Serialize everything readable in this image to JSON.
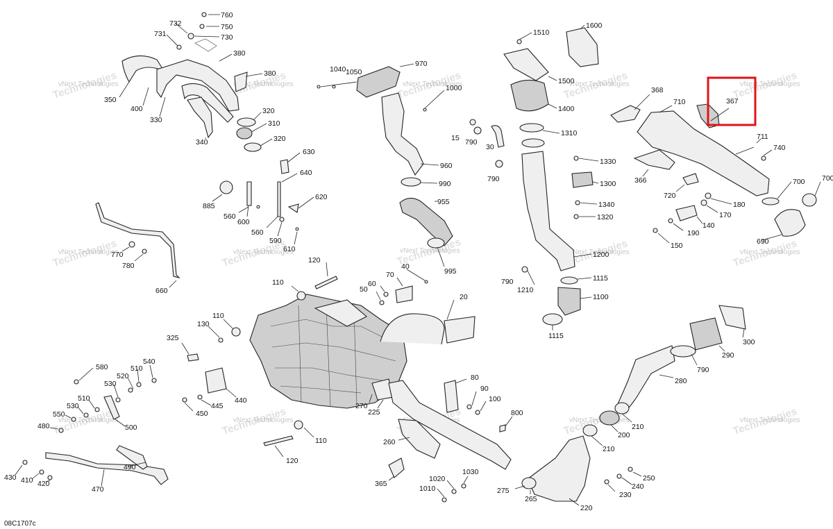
{
  "diagram": {
    "figure_code": "08C1707c",
    "watermark_line1": "vNext Technologies",
    "watermark_line2": "Technologies",
    "highlighted_part": "367",
    "callouts": {
      "c760": "760",
      "c732": "732",
      "c750": "750",
      "c731": "731",
      "c730": "730",
      "c380a": "380",
      "c380b": "380",
      "c350": "350",
      "c400": "400",
      "c330": "330",
      "c320a": "320",
      "c310": "310",
      "c320b": "320",
      "c340": "340",
      "c1040": "1040",
      "c1050": "1050",
      "c970": "970",
      "c1000": "1000",
      "c15": "15",
      "c790a": "790",
      "c30": "30",
      "c960": "960",
      "c790b": "790",
      "c990": "990",
      "c955": "955",
      "c995": "995",
      "c1510": "1510",
      "c1600": "1600",
      "c1500": "1500",
      "c1400": "1400",
      "c1310": "1310",
      "c1330": "1330",
      "c1300": "1300",
      "c1340": "1340",
      "c1320": "1320",
      "c1200": "1200",
      "c1115a": "1115",
      "c1100": "1100",
      "c1115b": "1115",
      "c790c": "790",
      "c1210": "1210",
      "c368": "368",
      "c710": "710",
      "c367": "367",
      "c711": "711",
      "c740": "740",
      "c366": "366",
      "c720": "720",
      "c700a": "700",
      "c700b": "700",
      "c180": "180",
      "c170": "170",
      "c140": "140",
      "c190": "190",
      "c150": "150",
      "c690": "690",
      "c630": "630",
      "c640": "640",
      "c885": "885",
      "c620": "620",
      "c560a": "560",
      "c600": "600",
      "c560b": "560",
      "c590": "590",
      "c610": "610",
      "c770": "770",
      "c780": "780",
      "c660": "660",
      "c120a": "120",
      "c40": "40",
      "c110a": "110",
      "c60": "60",
      "c50": "50",
      "c70": "70",
      "c20": "20",
      "c110b": "110",
      "c130": "130",
      "c325": "325",
      "c440": "440",
      "c445": "445",
      "c450": "450",
      "c270": "270",
      "c225": "225",
      "c110c": "110",
      "c120b": "120",
      "c580": "580",
      "c540": "540",
      "c510a": "510",
      "c520": "520",
      "c530a": "530",
      "c510b": "510",
      "c530b": "530",
      "c550": "550",
      "c500": "500",
      "c480": "480",
      "c490": "490",
      "c430": "430",
      "c410": "410",
      "c420": "420",
      "c470": "470",
      "c80": "80",
      "c90": "90",
      "c100": "100",
      "c800": "800",
      "c260": "260",
      "c365": "365",
      "c1030": "1030",
      "c1020": "1020",
      "c1010": "1010",
      "c275": "275",
      "c265": "265",
      "c220": "220",
      "c300": "300",
      "c290": "290",
      "c790d": "790",
      "c280": "280",
      "c210a": "210",
      "c200": "200",
      "c210b": "210",
      "c250": "250",
      "c240": "240",
      "c230": "230"
    }
  }
}
